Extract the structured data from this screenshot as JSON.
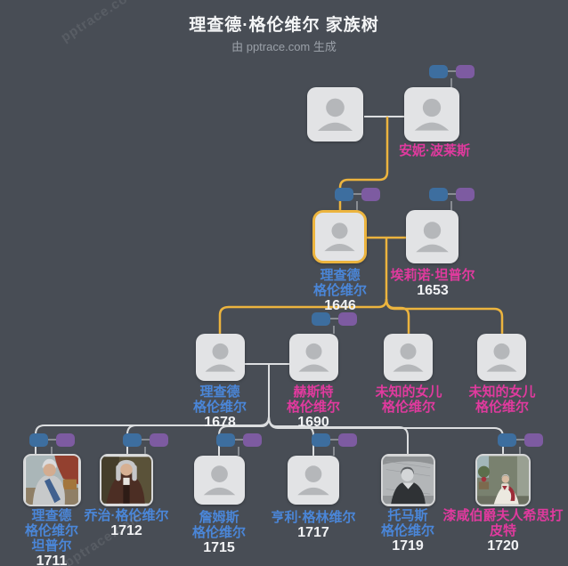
{
  "title": "理查德·格伦维尔 家族树",
  "subtitle": "由 pptrace.com 生成",
  "watermark": "pptrace.com",
  "colors": {
    "background": "#484d55",
    "card": "#e2e3e5",
    "highlight_border": "#ecb43e",
    "lineage_edge": "#ecb43e",
    "edge": "#dcdee0",
    "male_name": "#4a86d8",
    "female_name": "#e03a9e",
    "year_text": "#f1f2f4",
    "father_badge": "#3d6e9f",
    "mother_badge": "#7d5ba1"
  },
  "icons": {
    "avatar_placeholder": "gray person silhouette",
    "parents_badge": "blue + purple rounded rectangles (collapsed father/mother)"
  },
  "people": {
    "father": {
      "name": "",
      "year": ""
    },
    "anne": {
      "name": "安妮·波莱斯",
      "year": ""
    },
    "richard1646": {
      "name": "理查德\n格伦维尔",
      "year": "1646",
      "highlighted": true
    },
    "eleanor1653": {
      "name": "埃莉诺·坦普尔",
      "year": "1653"
    },
    "richard1678": {
      "name": "理查德\n格伦维尔",
      "year": "1678"
    },
    "hester1690": {
      "name": "赫斯特\n格伦维尔",
      "year": "1690"
    },
    "daughter1": {
      "name": "未知的女儿\n格伦维尔",
      "year": ""
    },
    "daughter2": {
      "name": "未知的女儿\n格伦维尔",
      "year": ""
    },
    "richardtemple1711": {
      "name": "理查德\n格伦维尔\n坦普尔",
      "year": "1711"
    },
    "george1712": {
      "name": "乔治·格伦维尔",
      "year": "1712"
    },
    "james1715": {
      "name": "詹姆斯\n格伦维尔",
      "year": "1715"
    },
    "henry1717": {
      "name": "亨利·格林维尔",
      "year": "1717"
    },
    "thomas1719": {
      "name": "托马斯\n格伦维尔",
      "year": "1719"
    },
    "hesterpitt1720": {
      "name": "漆咸伯爵夫人希思打\n皮特",
      "year": "1720"
    }
  }
}
